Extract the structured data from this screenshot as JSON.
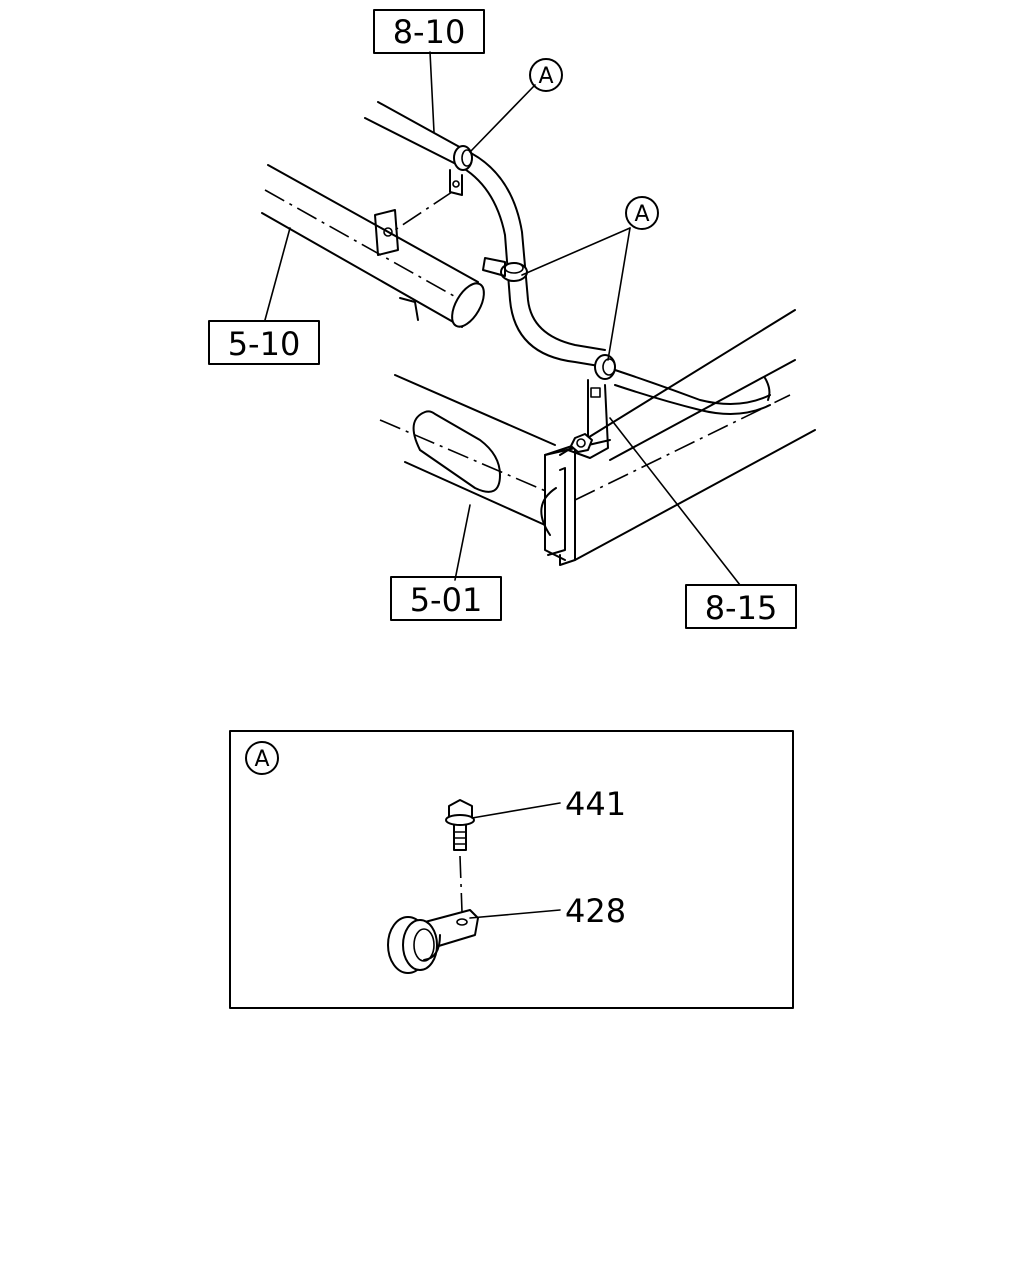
{
  "labels": {
    "ref_8_10": "8-10",
    "ref_5_10": "5-10",
    "ref_5_01": "5-01",
    "ref_8_15": "8-15"
  },
  "callouts": {
    "a_top": "A",
    "a_right": "A"
  },
  "detail": {
    "tag": "A",
    "part_bolt": "441",
    "part_clip": "428"
  }
}
